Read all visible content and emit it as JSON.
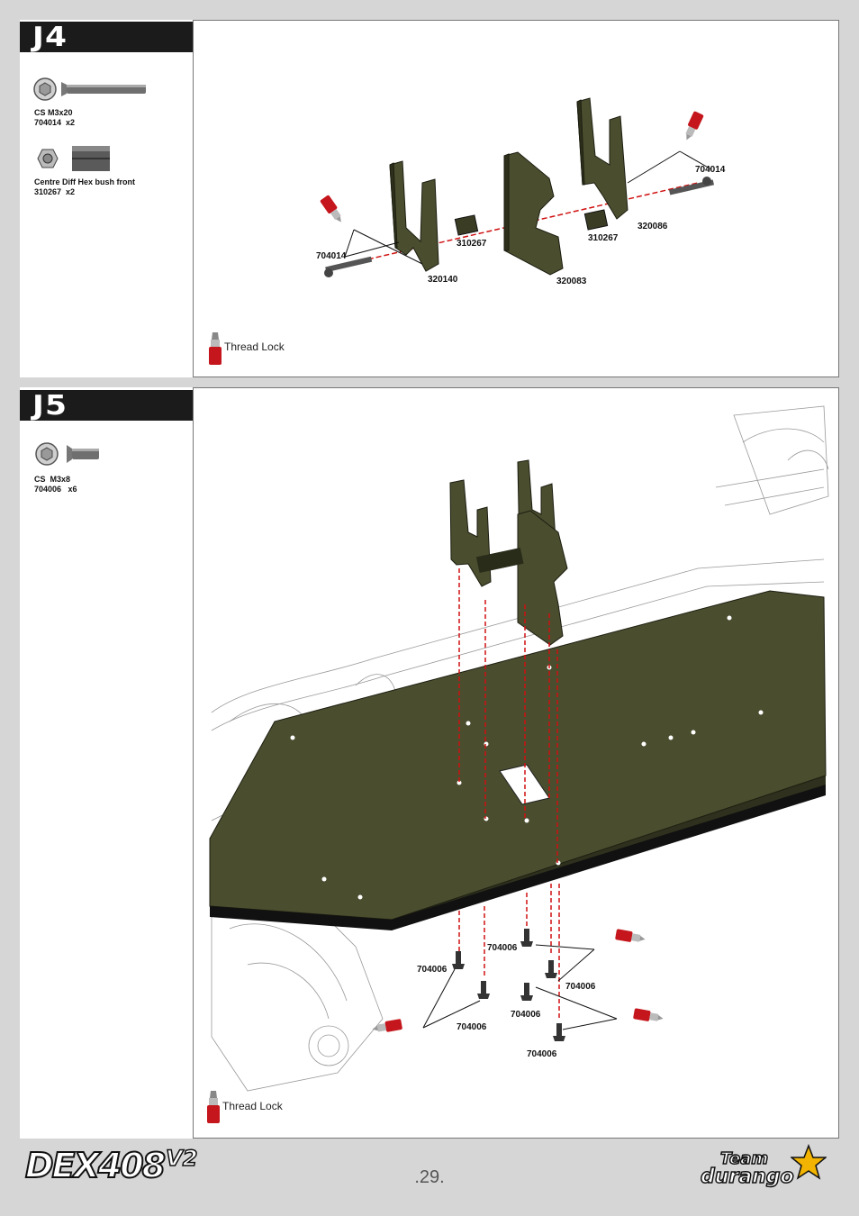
{
  "steps": [
    {
      "id": "J4",
      "parts": [
        {
          "name_line1": "CS M3x20",
          "name_line2": "704014  x2",
          "icon": "countersunk-screw-icon"
        },
        {
          "name_line1": "Centre Diff Hex bush front",
          "name_line2": "310267  x2",
          "icon": "hex-bush-icon"
        }
      ],
      "callouts": [
        "704014",
        "310267",
        "320140",
        "320083",
        "310267",
        "320086",
        "704014"
      ],
      "note": "Thread Lock"
    },
    {
      "id": "J5",
      "parts": [
        {
          "name_line1": "CS  M3x8",
          "name_line2": "704006   x6",
          "icon": "countersunk-screw-icon"
        }
      ],
      "callouts": [
        "704006",
        "704006",
        "704006",
        "704006",
        "704006",
        "704006"
      ],
      "note": "Thread Lock"
    }
  ],
  "footer": {
    "logo_left": "DEX408",
    "logo_left_sup": "V2",
    "page_number": ".29.",
    "logo_right_line1": "Team",
    "logo_right_line2": "durango"
  },
  "colors": {
    "page_bg": "#d6d6d6",
    "step_header_bg": "#1b1b1b",
    "part_green": "#4a4d2e",
    "guide_red": "#d01010",
    "threadlock_red": "#c4161c"
  }
}
